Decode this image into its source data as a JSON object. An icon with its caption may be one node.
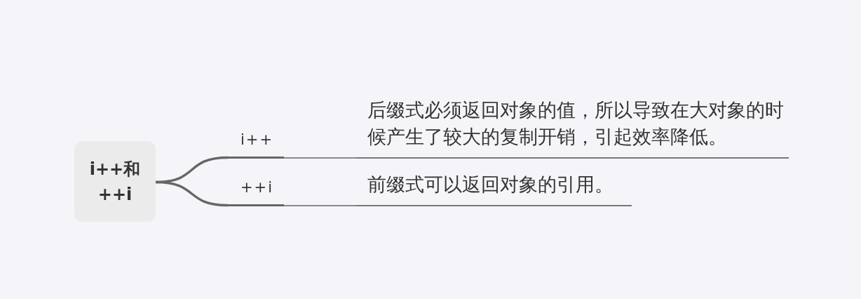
{
  "diagram": {
    "nodes": [
      {
        "text": [
          "i++和++i"
        ]
      },
      {
        "text": [
          "i++"
        ]
      },
      {
        "text": [
          "++i"
        ]
      },
      {
        "text": [
          "后缀式必须返回对象的值，所以导致在大对象的时候产生了较大的复制开销，引起效率降低。"
        ]
      },
      {
        "text": [
          "前缀式可以返回对象的引用。"
        ]
      }
    ],
    "edges": [
      {
        "from": 0,
        "to": 1,
        "arrow": "none",
        "style": "thick"
      },
      {
        "from": 0,
        "to": 2,
        "arrow": "none",
        "style": "thick"
      },
      {
        "from": 1,
        "to": 3,
        "arrow": "none"
      },
      {
        "from": 2,
        "to": 4,
        "arrow": "none"
      }
    ]
  }
}
